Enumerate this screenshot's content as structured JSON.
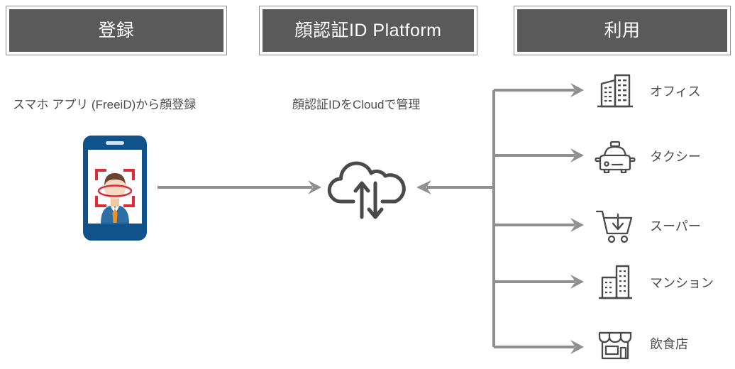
{
  "headers": [
    {
      "id": "register",
      "label": "登録"
    },
    {
      "id": "platform",
      "label": "顔認証ID Platform"
    },
    {
      "id": "usage",
      "label": "利用"
    }
  ],
  "captions": {
    "register": "スマホ アプリ (FreeiD)から顔登録",
    "platform": "顔認証IDをCloudで管理"
  },
  "phone": {
    "icon": "smartphone-face-registration",
    "body_color": "#10538a",
    "screen_color": "#ffffff",
    "bracket_color": "#e02b36",
    "hair_color": "#6b4432",
    "face_color": "#f5d9c2",
    "suit_color": "#2e6ea6",
    "tie_color": "#f0901e"
  },
  "cloud": {
    "icon": "cloud-sync-icon",
    "color": "#4a4a4a"
  },
  "arrows": {
    "color": "#8f8f8f",
    "phone_to_cloud": "arrow-right",
    "trunk_to_cloud": "arrow-left",
    "branch_count": 5
  },
  "usage_items": [
    {
      "icon": "office-building-icon",
      "label": "オフィス"
    },
    {
      "icon": "taxi-icon",
      "label": "タクシー"
    },
    {
      "icon": "shopping-cart-icon",
      "label": "スーパー"
    },
    {
      "icon": "apartment-building-icon",
      "label": "マンション"
    },
    {
      "icon": "storefront-icon",
      "label": "飲食店"
    }
  ],
  "colors": {
    "header_fill": "#5a5a5a",
    "header_border": "#8c8c8c",
    "text": "#4d4d4d",
    "line": "#8f8f8f",
    "icon_stroke": "#4a4a4a"
  }
}
